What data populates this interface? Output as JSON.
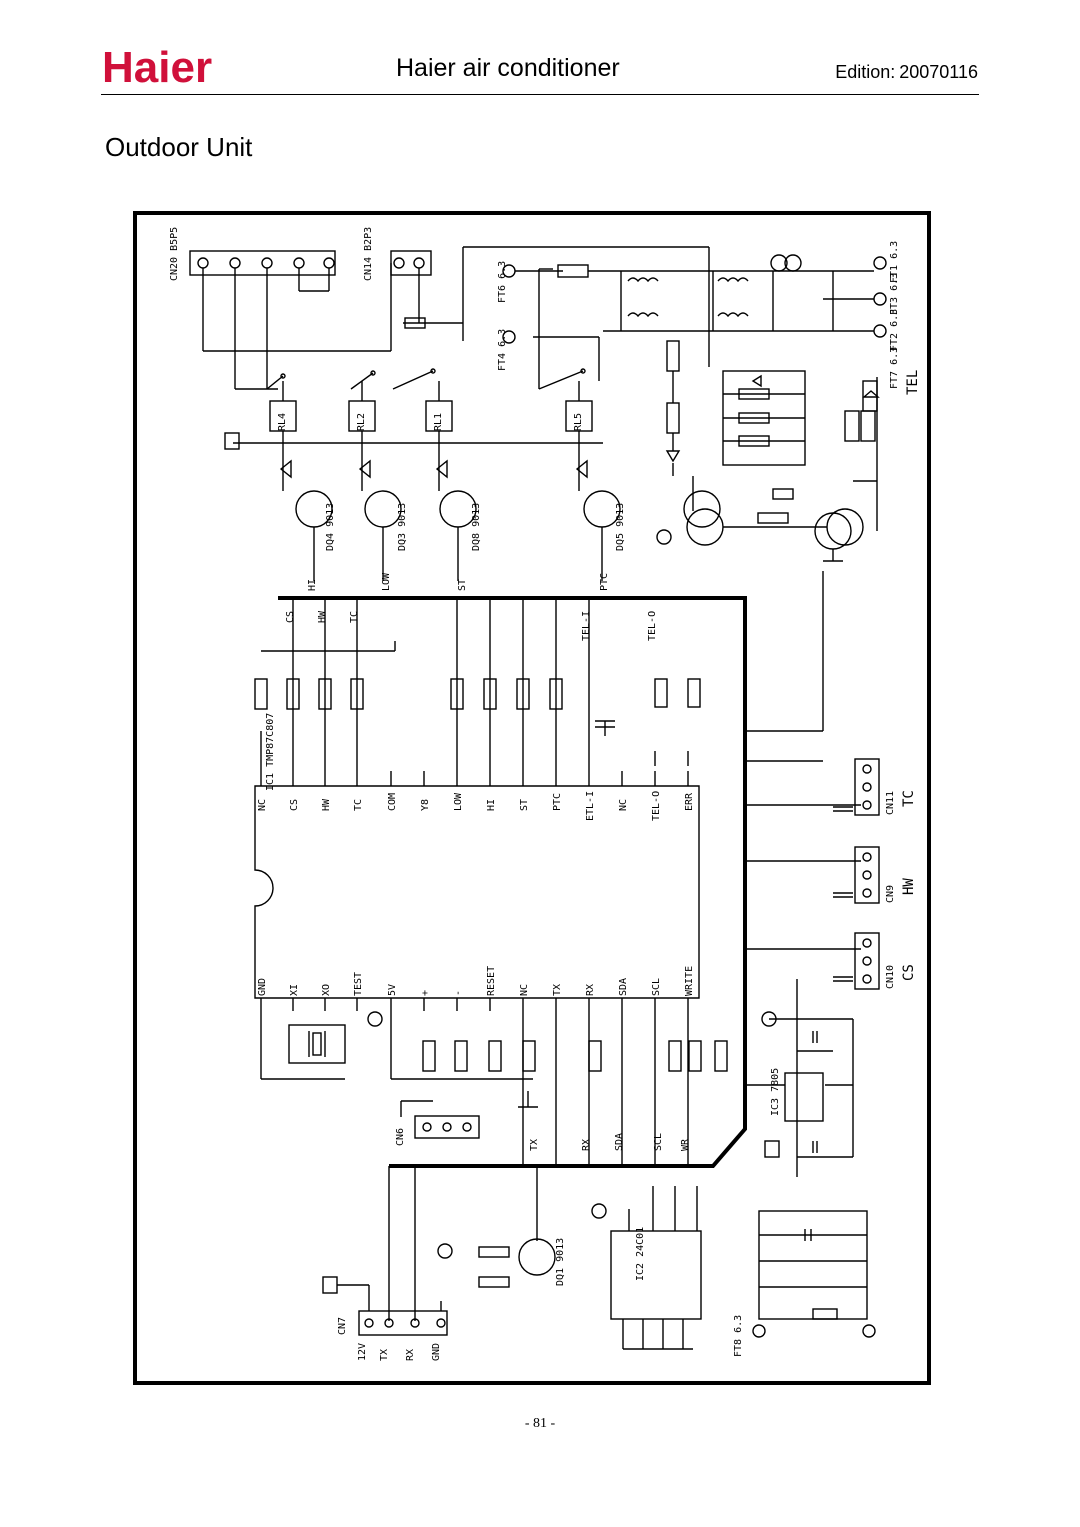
{
  "header": {
    "brand": "Haier",
    "title": "Haier air conditioner",
    "edition_label": "Edition:",
    "edition_value": "20070116",
    "brand_color": "#d0103a"
  },
  "section": {
    "title": "Outdoor Unit"
  },
  "schematic": {
    "ic_main": "IC1 TMP87C807",
    "ic_eeprom": "IC2 24C01",
    "ic_regulator": "IC3 7805",
    "pin_names": [
      "NC",
      "CS",
      "HW",
      "TC",
      "COM",
      "Y8",
      "LOW",
      "HI",
      "ST",
      "PTC",
      "ETL-I",
      "NC",
      "TEL-O",
      "ERR",
      "GND",
      "XI",
      "XO",
      "TEST",
      "5V",
      "+",
      "-",
      "RESET",
      "NC",
      "TX",
      "RX",
      "SDA",
      "SCL",
      "WRITE"
    ],
    "relays": [
      "RL4",
      "RL2",
      "RL1",
      "RL5"
    ],
    "transistors": [
      "DQ4 9013",
      "DQ3 9013",
      "DQ8 9013",
      "DQ5 9013",
      "DQ1 9013"
    ],
    "connectors": [
      "CN20 B5P5",
      "CN14 B2P3",
      "CN6",
      "CN7",
      "CN11",
      "CN9",
      "CN10"
    ],
    "sensor_labels": [
      "TC",
      "HW",
      "CS",
      "TEL"
    ],
    "terminals": [
      "FT1 6.3",
      "FT3 6.3",
      "FT2 6.3",
      "FT7 6.3",
      "FT4 6.3",
      "FT6 6.3",
      "FT8 6.3"
    ],
    "cn7_pins": [
      "12V",
      "TX",
      "RX",
      "GND"
    ],
    "line_labels": [
      "HI",
      "LOW",
      "ST",
      "PTC",
      "CS",
      "HW",
      "TC",
      "TEL-I",
      "TEL-O",
      "TX",
      "RX",
      "SDA",
      "SCL",
      "WR"
    ]
  },
  "footer": {
    "page_number": "- 81 -"
  }
}
